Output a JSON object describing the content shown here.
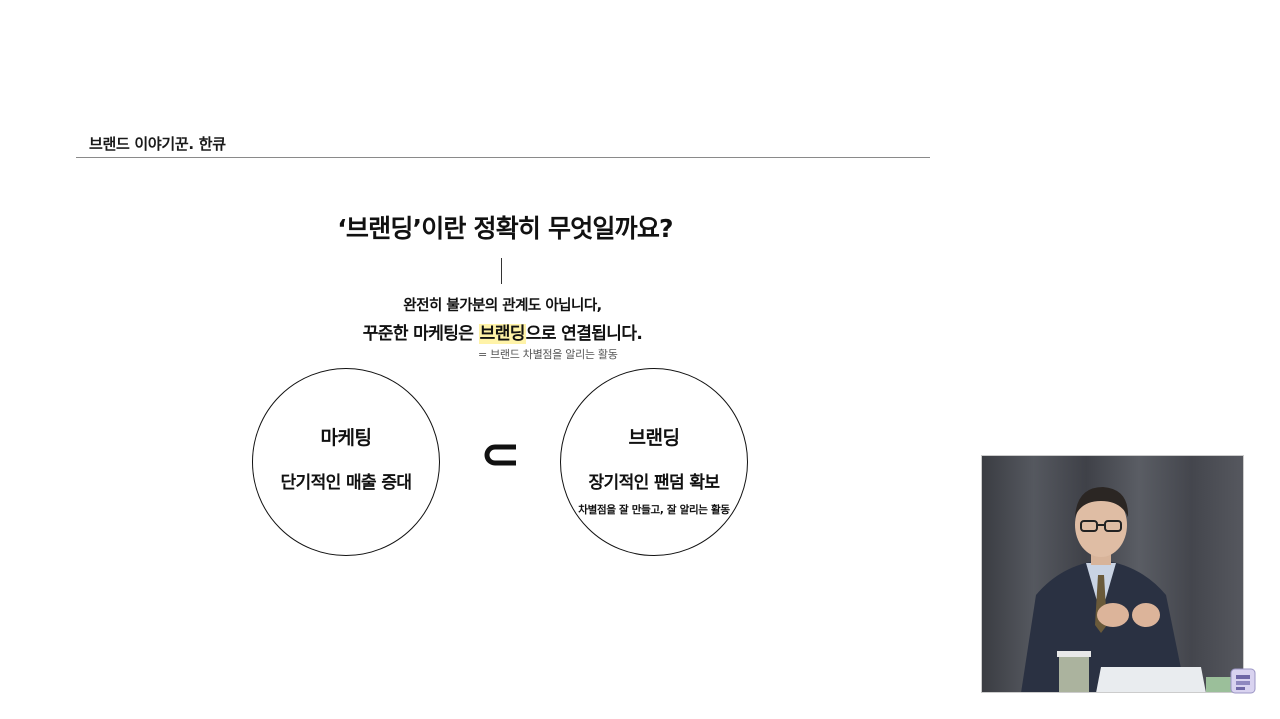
{
  "header": {
    "label": "브랜드 이야기꾼. 한큐"
  },
  "slide": {
    "question": "‘브랜딩’이란 정확히 무엇일까요?",
    "line1": "완전히 불가분의 관계도 아닙니다,",
    "line2_before": "꾸준한 마케팅은 ",
    "line2_highlight": "브랜딩",
    "line2_after": "으로 연결됩니다.",
    "definition_note": "= 브랜드 차별점을 알리는 활동",
    "left_circle": {
      "title": "마케팅",
      "subtitle": "단기적인 매출 증대"
    },
    "right_circle": {
      "title": "브랜딩",
      "subtitle": "장기적인 팬덤 확보",
      "note": "차별점을 잘 만들고, 잘 알리는 활동"
    },
    "relation_symbol": "subset-of"
  },
  "webcam": {
    "description_icon": "presenter-video-feed"
  },
  "logo": {
    "icon": "channel-logo-icon"
  },
  "colors": {
    "highlight": "#fff3a8",
    "rule": "#8a8a8a",
    "text": "#111111"
  }
}
